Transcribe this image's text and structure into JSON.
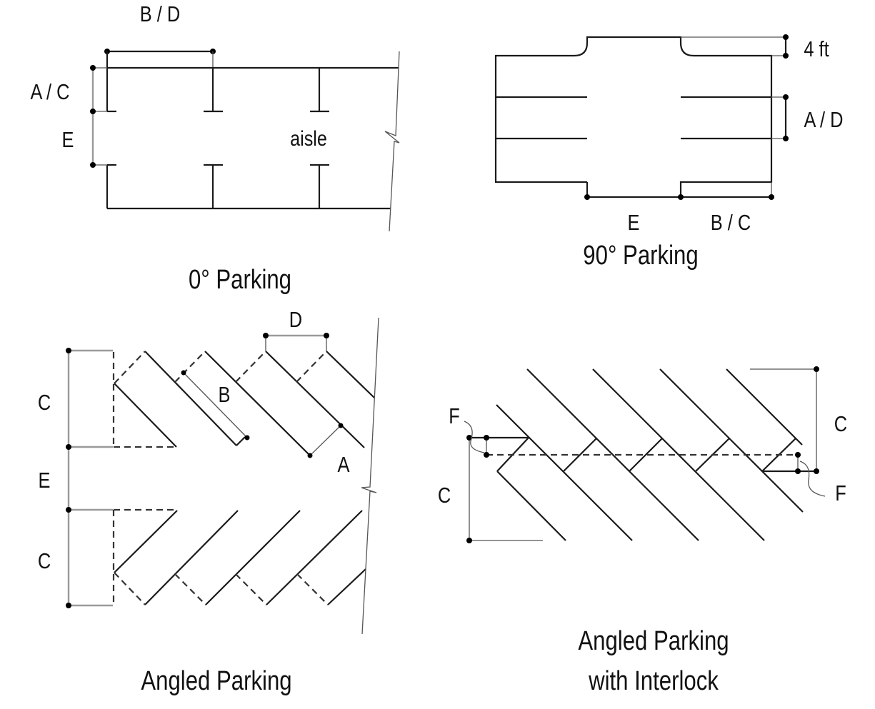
{
  "diagram": {
    "colors": {
      "line": "#1a1a1a",
      "dimension": "#9a9a9a",
      "background": "#ffffff"
    },
    "zero_deg": {
      "caption": "0° Parking",
      "labels": {
        "stall_length": "B / D",
        "stall_depth": "A / C",
        "aisle_width": "E",
        "aisle": "aisle"
      }
    },
    "ninety_deg": {
      "caption": "90° Parking",
      "labels": {
        "overhang": "4 ft",
        "stall_width": "A / D",
        "aisle_width": "E",
        "stall_depth": "B / C"
      }
    },
    "angled": {
      "caption": "Angled Parking",
      "labels": {
        "module_top": "C",
        "aisle": "E",
        "module_bottom": "C",
        "stall_width_curb": "D",
        "stall_length": "B",
        "stall_width": "A"
      }
    },
    "interlock": {
      "caption_line1": "Angled Parking",
      "caption_line2": "with Interlock",
      "labels": {
        "left_offset": "F",
        "left_depth": "C",
        "right_depth": "C",
        "right_offset": "F"
      }
    }
  }
}
